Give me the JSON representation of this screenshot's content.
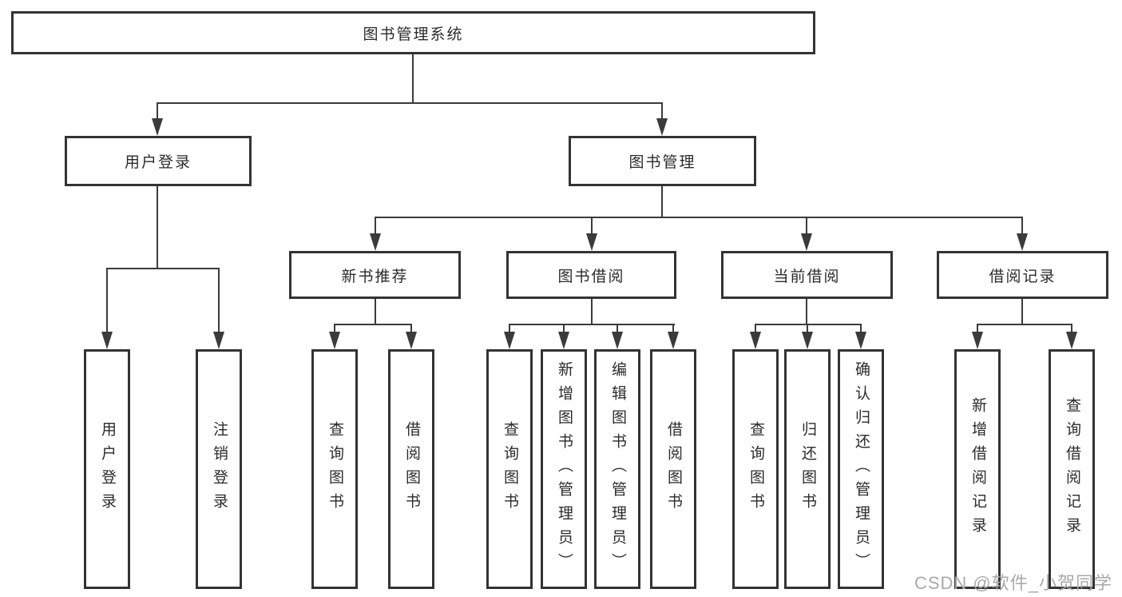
{
  "diagram": {
    "title": "图书管理系统",
    "root": {
      "label": "图书管理系统"
    },
    "level2": [
      {
        "id": "user-login",
        "label": "用户登录"
      },
      {
        "id": "book-management",
        "label": "图书管理"
      }
    ],
    "level3": [
      {
        "id": "new-book-recommend",
        "label": "新书推荐",
        "parent": "图书管理"
      },
      {
        "id": "book-borrow",
        "label": "图书借阅",
        "parent": "图书管理"
      },
      {
        "id": "current-borrow",
        "label": "当前借阅",
        "parent": "图书管理"
      },
      {
        "id": "borrow-records",
        "label": "借阅记录",
        "parent": "图书管理"
      }
    ],
    "leaves": [
      {
        "label": "用户登录",
        "parent": "用户登录"
      },
      {
        "label": "注销登录",
        "parent": "用户登录"
      },
      {
        "label": "查询图书",
        "parent": "新书推荐"
      },
      {
        "label": "借阅图书",
        "parent": "新书推荐"
      },
      {
        "label": "查询图书",
        "parent": "图书借阅"
      },
      {
        "label": "新增图书（管理员）",
        "parent": "图书借阅"
      },
      {
        "label": "编辑图书（管理员）",
        "parent": "图书借阅"
      },
      {
        "label": "借阅图书",
        "parent": "图书借阅"
      },
      {
        "label": "查询图书",
        "parent": "当前借阅"
      },
      {
        "label": "归还图书",
        "parent": "当前借阅"
      },
      {
        "label": "确认归还（管理员）",
        "parent": "当前借阅"
      },
      {
        "label": "新增借阅记录",
        "parent": "借阅记录"
      },
      {
        "label": "查询借阅记录",
        "parent": "借阅记录"
      }
    ]
  },
  "watermark": "CSDN @软件_小贺同学",
  "colors": {
    "line": "#3b3b3b",
    "box_border": "#333333",
    "text": "#2b2b2b",
    "watermark_text": "#a9a9a9",
    "background": "#ffffff"
  }
}
